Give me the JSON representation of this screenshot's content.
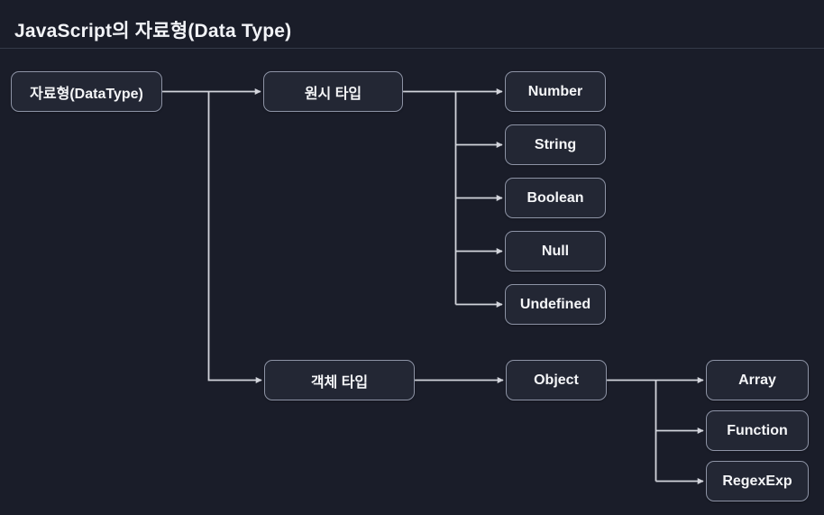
{
  "title": "JavaScript의 자료형(Data Type)",
  "colors": {
    "background": "#1a1d29",
    "node_fill": "#232734",
    "node_border": "#8d93a5",
    "node_text": "#f5f6f8",
    "connector_line": "#d2d4db",
    "title_text": "#f2f3f7",
    "divider": "#353a49"
  },
  "diagram": {
    "type": "tree-flowchart",
    "nodes": [
      {
        "id": "datatype-root",
        "label": "자료형(DataType)"
      },
      {
        "id": "primitive-type",
        "label": "원시 타입"
      },
      {
        "id": "number",
        "label": "Number"
      },
      {
        "id": "string",
        "label": "String"
      },
      {
        "id": "boolean",
        "label": "Boolean"
      },
      {
        "id": "null",
        "label": "Null"
      },
      {
        "id": "undefined",
        "label": "Undefined"
      },
      {
        "id": "object-type",
        "label": "객체 타입"
      },
      {
        "id": "object",
        "label": "Object"
      },
      {
        "id": "array",
        "label": "Array"
      },
      {
        "id": "function",
        "label": "Function"
      },
      {
        "id": "regexexp",
        "label": "RegexExp"
      }
    ],
    "edges": [
      {
        "from": "datatype-root",
        "to": "primitive-type"
      },
      {
        "from": "datatype-root",
        "to": "object-type"
      },
      {
        "from": "primitive-type",
        "to": "number"
      },
      {
        "from": "primitive-type",
        "to": "string"
      },
      {
        "from": "primitive-type",
        "to": "boolean"
      },
      {
        "from": "primitive-type",
        "to": "null"
      },
      {
        "from": "primitive-type",
        "to": "undefined"
      },
      {
        "from": "object-type",
        "to": "object"
      },
      {
        "from": "object",
        "to": "array"
      },
      {
        "from": "object",
        "to": "function"
      },
      {
        "from": "object",
        "to": "regexexp"
      }
    ]
  }
}
